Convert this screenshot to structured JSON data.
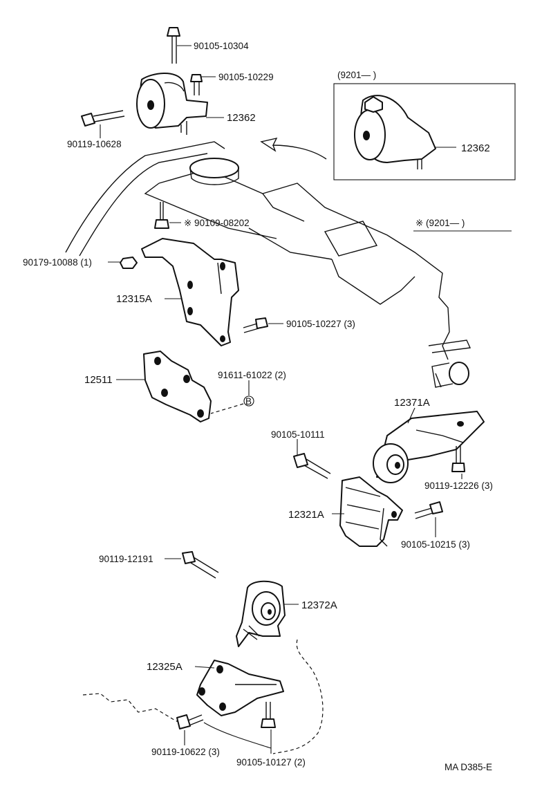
{
  "inset": {
    "range": "(9201—        )",
    "part": "12362"
  },
  "note": "※ (9201—        )",
  "labels": {
    "p90105_10304": "90105-10304",
    "p90105_10229": "90105-10229",
    "p12362": "12362",
    "p90119_10628": "90119-10628",
    "p90109_08202": "※ 90109-08202",
    "p90179_10088": "90179-10088 (1)",
    "p12315A": "12315A",
    "p90105_10227": "90105-10227 (3)",
    "p12511": "12511",
    "p91611_61022": "91611-61022 (2)",
    "marker_b": "B",
    "p12371A": "12371A",
    "p90105_10111": "90105-10111",
    "p90119_12226": "90119-12226 (3)",
    "p12321A": "12321A",
    "p90105_10215": "90105-10215 (3)",
    "p90119_12191": "90119-12191",
    "p12372A": "12372A",
    "p12325A": "12325A",
    "p90119_10622": "90119-10622 (3)",
    "p90105_10127": "90105-10127 (2)"
  },
  "footer": "MA D385-E"
}
